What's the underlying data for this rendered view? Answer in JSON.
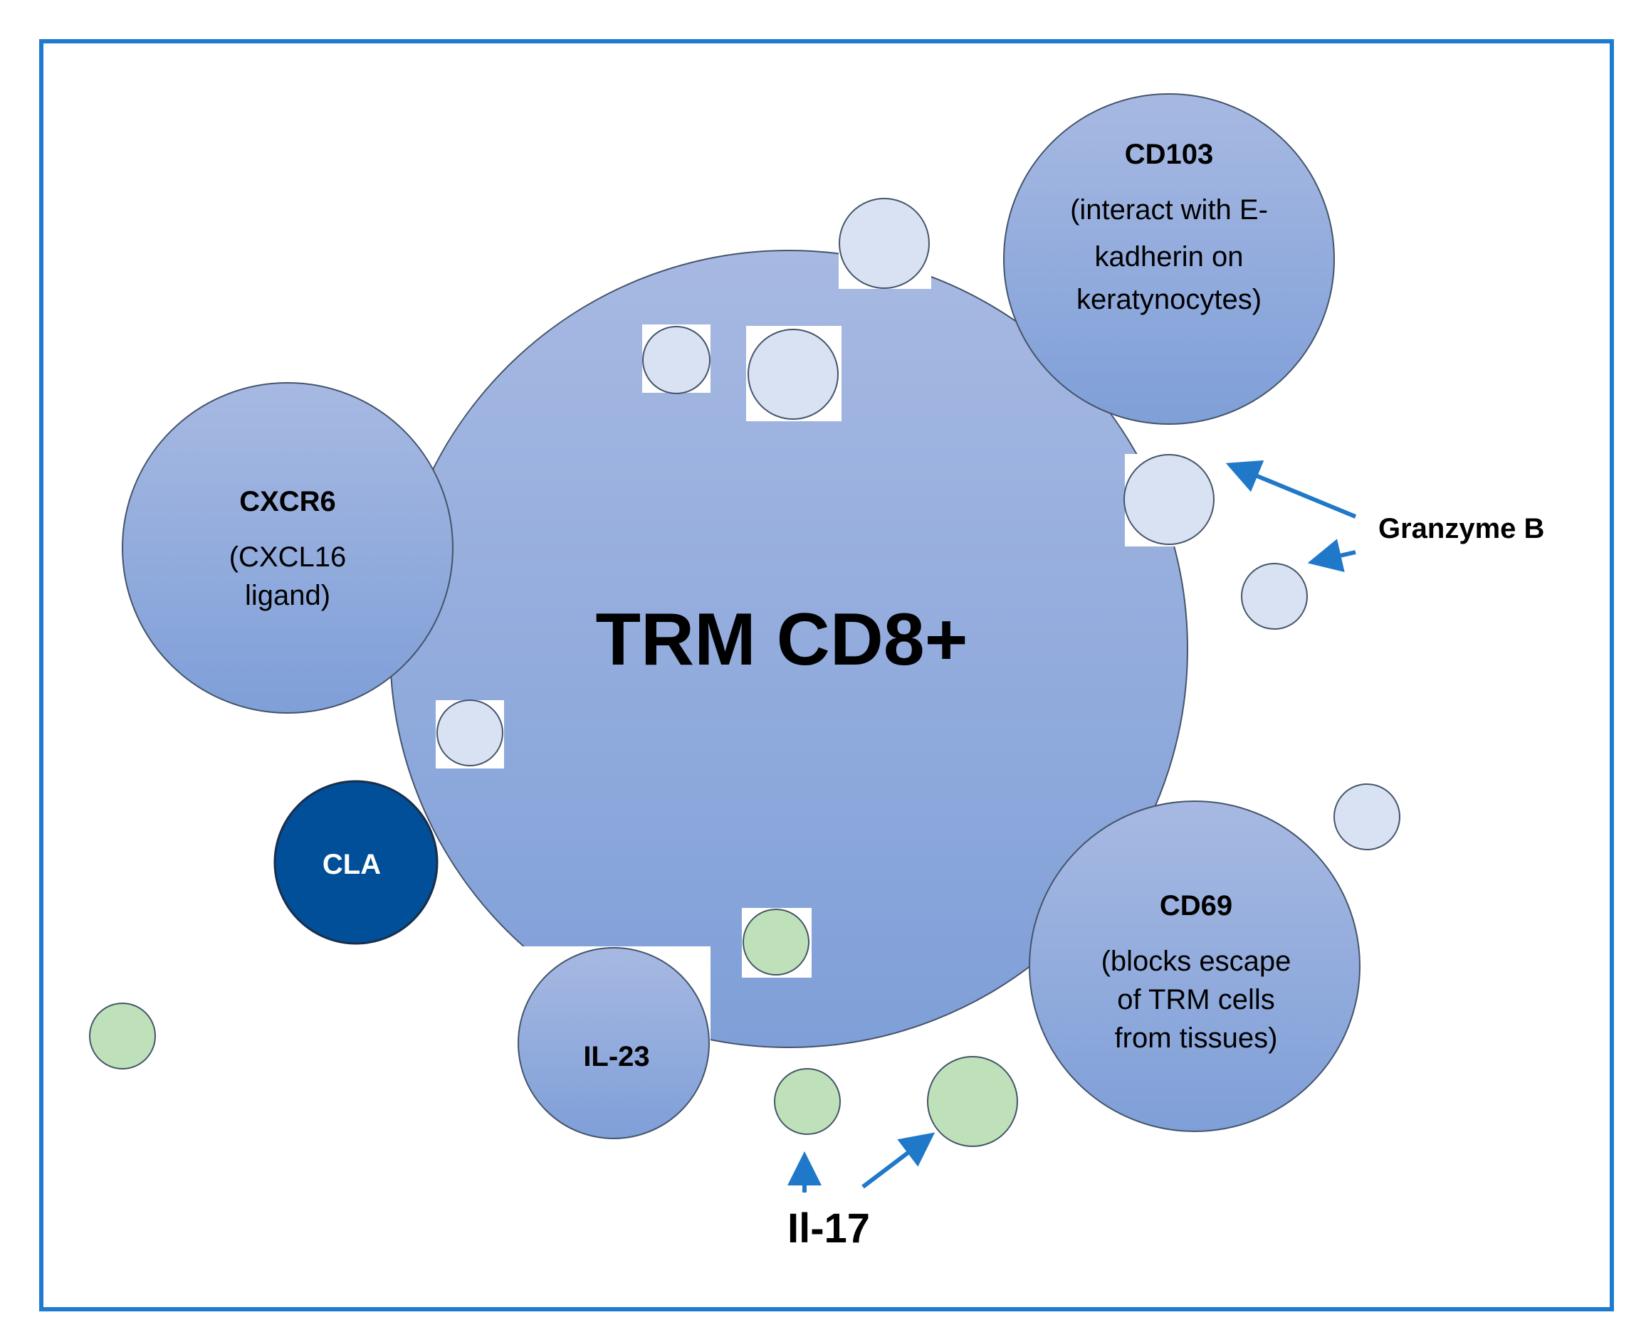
{
  "diagram": {
    "center_cell": {
      "title": "TRM CD8+"
    },
    "markers": {
      "cd103": {
        "title": "CD103",
        "description": [
          "(interact with E-",
          "kadherin on",
          "keratynocytes)"
        ]
      },
      "cxcr6": {
        "title": "CXCR6",
        "description": [
          "(CXCL16",
          "ligand)"
        ]
      },
      "cla": {
        "title": "CLA"
      },
      "il23": {
        "title": "IL-23"
      },
      "cd69": {
        "title": "CD69",
        "description": [
          "(blocks escape",
          "of TRM cells",
          "from tissues)"
        ]
      }
    },
    "callouts": {
      "granzyme_b": "Granzyme B",
      "il17": "Il-17"
    }
  },
  "colors": {
    "frame_border": "#1f7bd0",
    "cell_gradient_top": "#a7b9e2",
    "cell_gradient_bottom": "#7f9fd8",
    "cell_stroke": "#44546a",
    "cla_fill": "#004f98",
    "granzyme_vesicle": "#d9e2f2",
    "il17_vesicle": "#bfe1b9",
    "arrow": "#1f78c8",
    "text": "#000000",
    "cla_text": "#ffffff"
  }
}
